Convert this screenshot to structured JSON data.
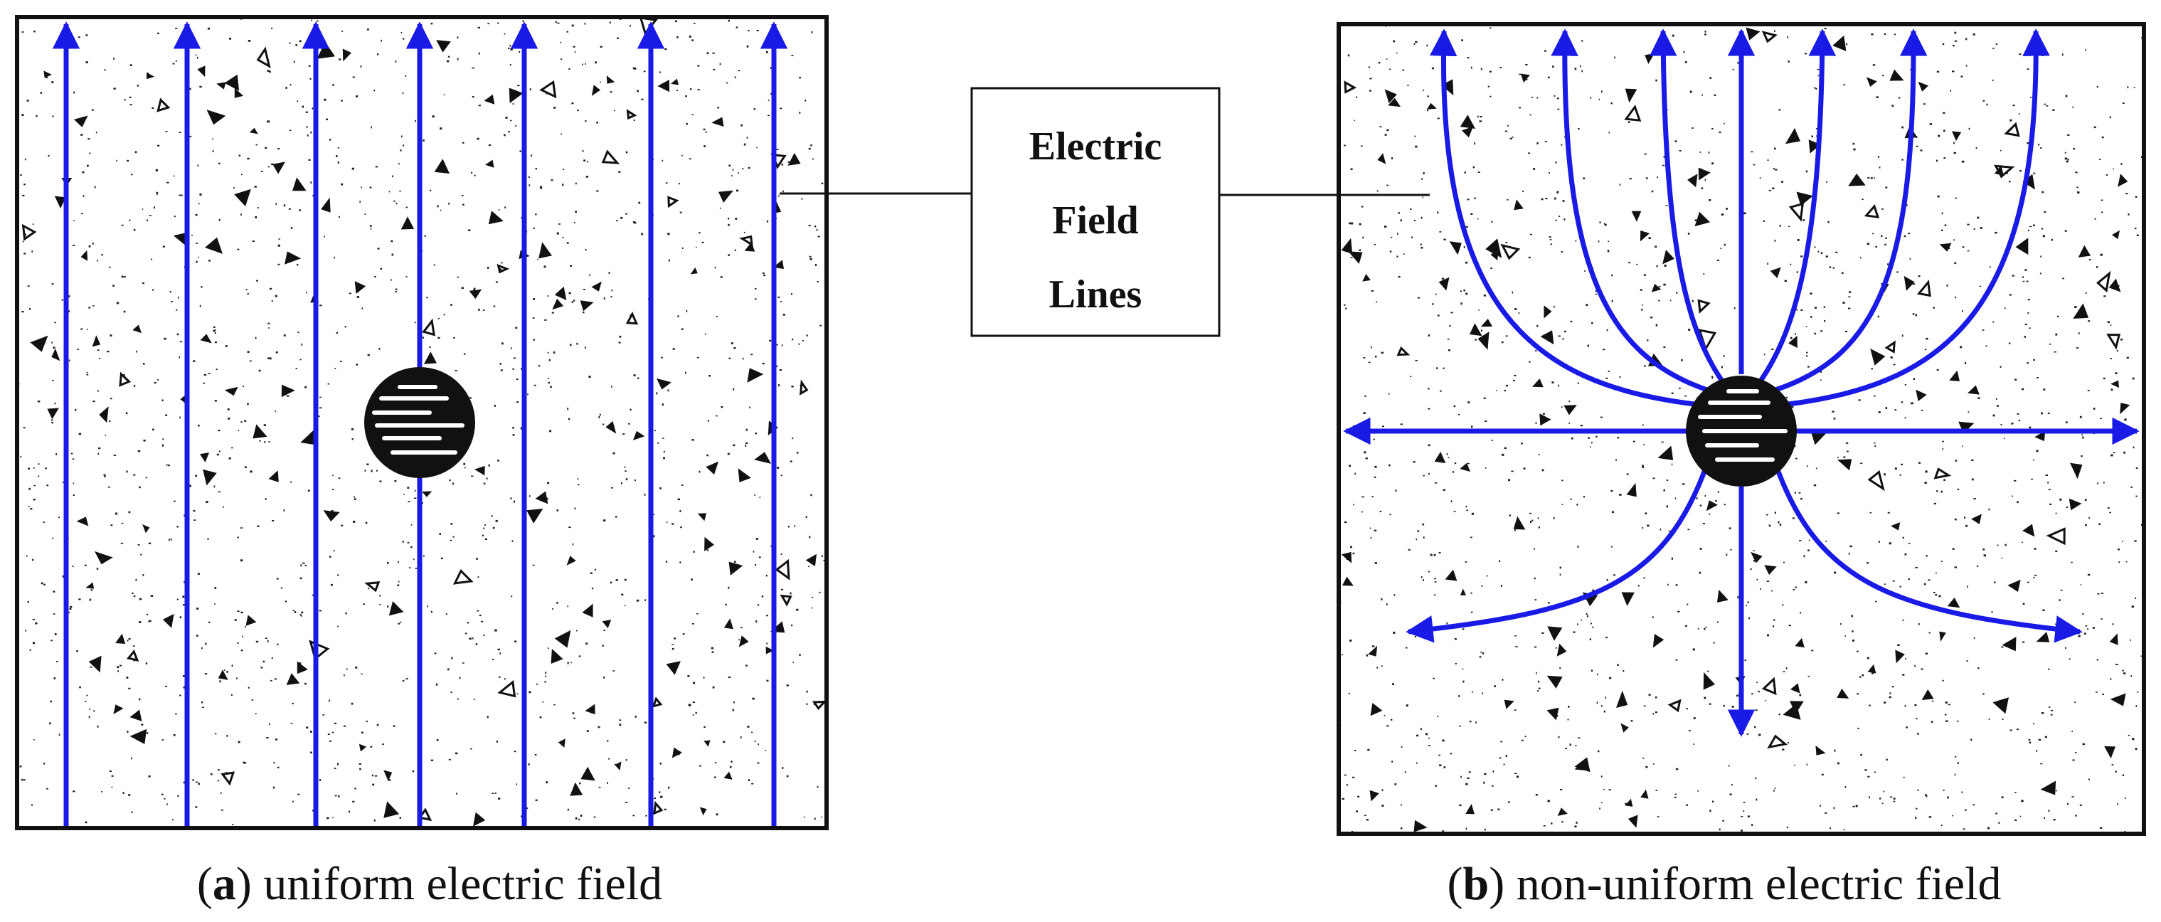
{
  "callout": {
    "line1": "Electric",
    "line2": "Field",
    "line3": "Lines"
  },
  "panels": [
    {
      "letter": "a",
      "caption": "uniform electric field"
    },
    {
      "letter": "b",
      "caption": "non-uniform electric field"
    }
  ],
  "colors": {
    "field_line": "#1a1ae6",
    "border": "#111111",
    "particle": "#111111"
  }
}
